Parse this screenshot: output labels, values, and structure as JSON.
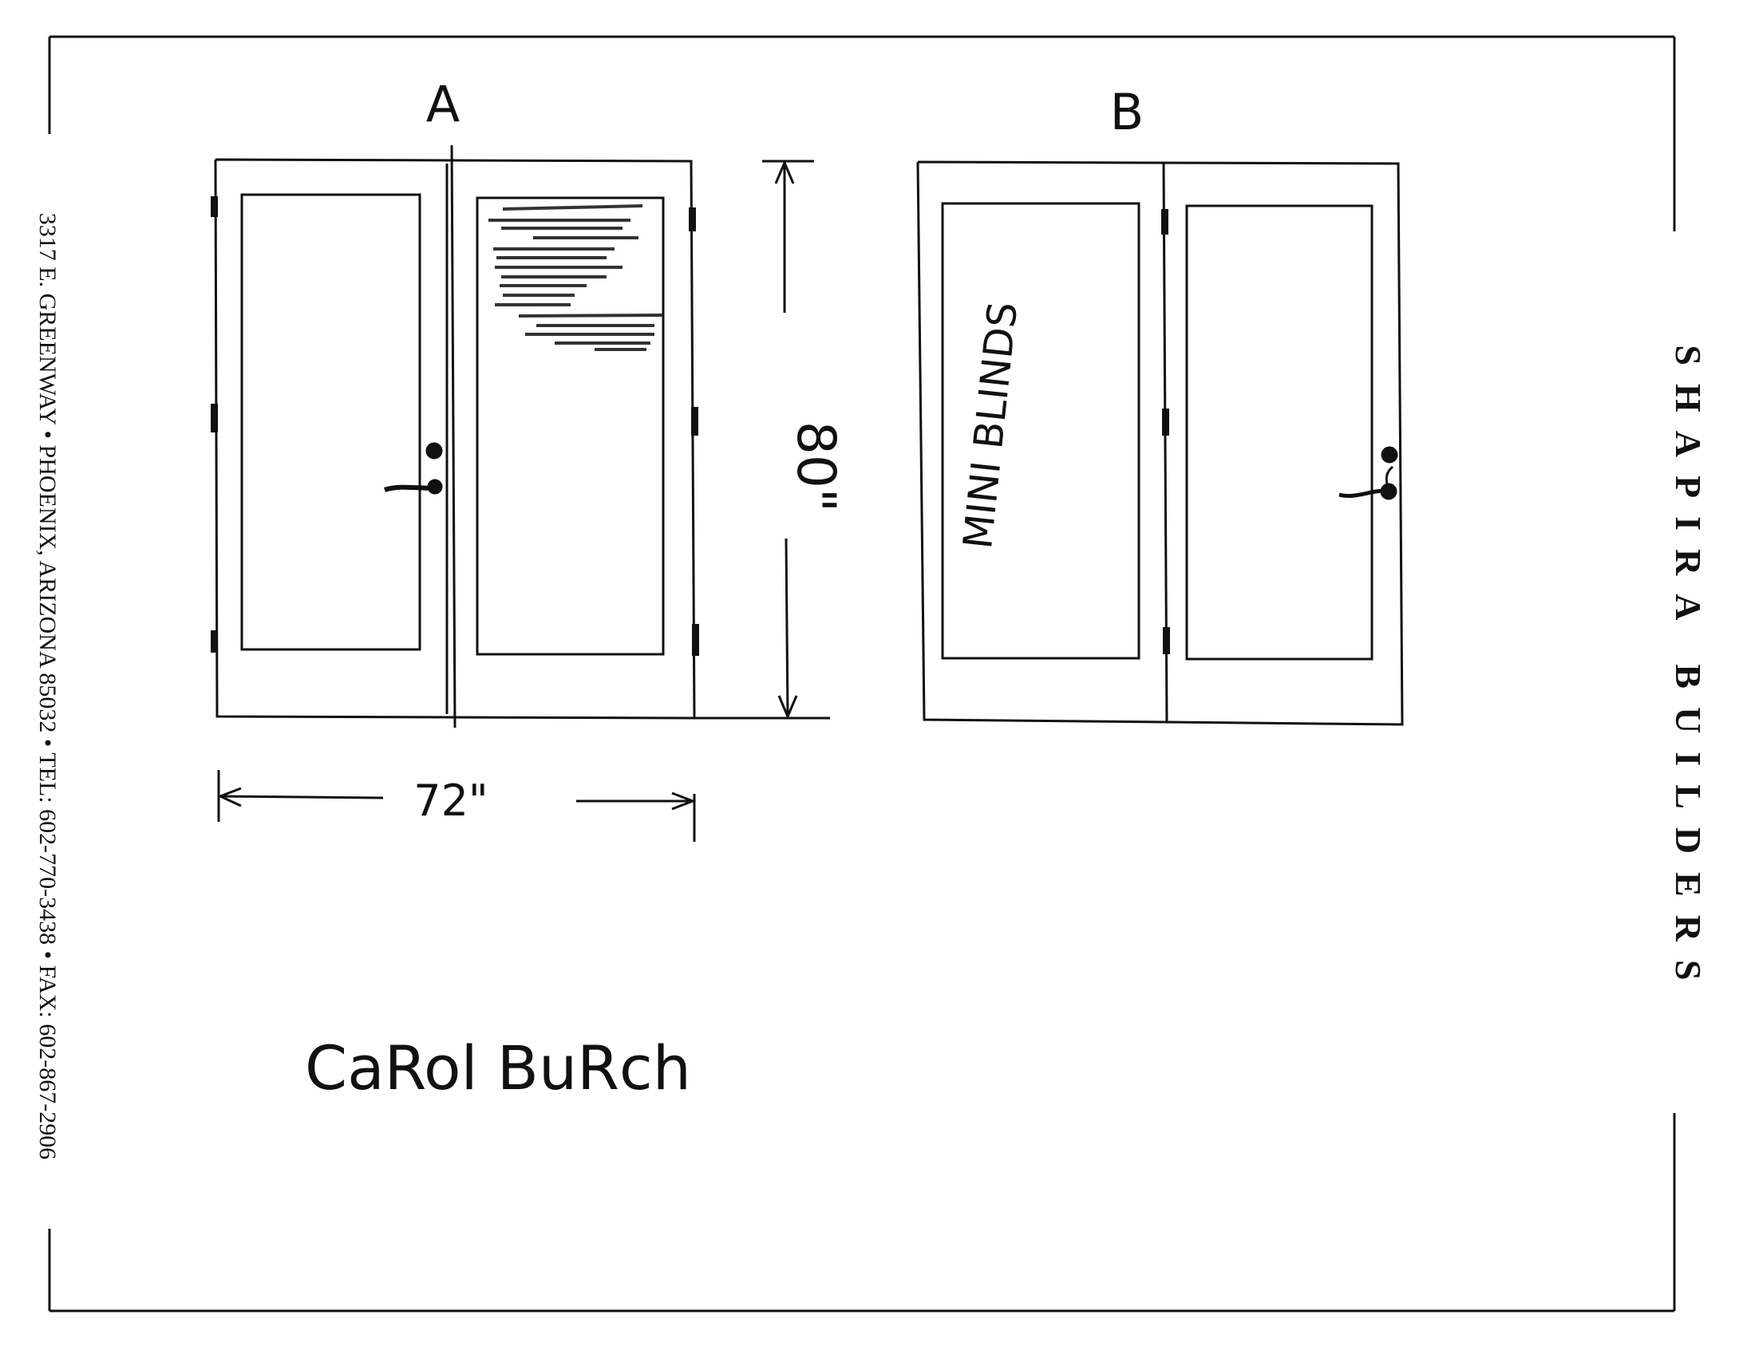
{
  "company": {
    "name": "SHAPIRA BUILDERS",
    "address": "3317 E. GREENWAY • PHOENIX, ARIZONA 85032 • TEL: 602-770-3438 • FAX: 602-867-2906"
  },
  "drawing": {
    "elevation_a_label": "A",
    "elevation_b_label": "B",
    "height_dimension": "80\"",
    "width_dimension": "72\"",
    "note_mini_blinds": "MINI BLINDS",
    "client_name": "CaRol BuRch"
  },
  "colors": {
    "ink": "#111111",
    "paper": "#ffffff"
  }
}
